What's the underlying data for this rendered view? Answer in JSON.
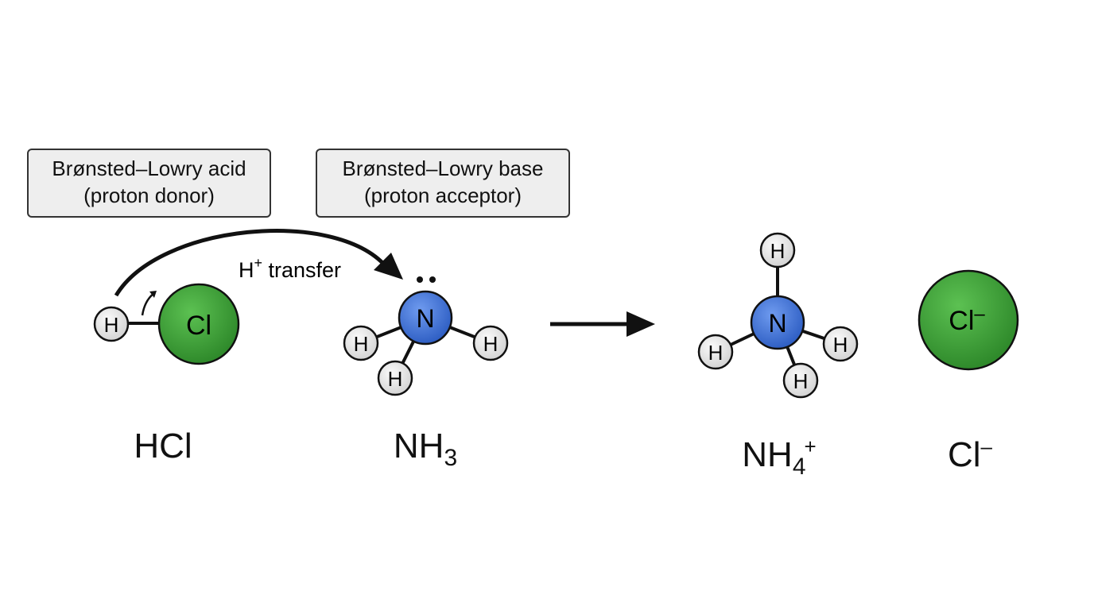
{
  "colors": {
    "chlorine": "#3a9a34",
    "nitrogen": "#3f73d6",
    "hydrogen": "#e6e6e6",
    "ink": "#111111"
  },
  "labels": {
    "acid": {
      "line1": "Brønsted–Lowry acid",
      "line2": "(proton donor)"
    },
    "base": {
      "line1": "Brønsted–Lowry base",
      "line2": "(proton acceptor)"
    }
  },
  "arrow_label": {
    "main": "H",
    "charge": "+",
    "rest": " transfer"
  },
  "atoms": {
    "hydrogen": "H",
    "chlorine": "Cl",
    "nitrogen": "N",
    "chloride": "Cl",
    "chloride_charge": "–"
  },
  "formulas": {
    "hcl": "HCl",
    "nh3": {
      "base": "NH",
      "sub": "3"
    },
    "nh4": {
      "base": "NH",
      "sub": "4",
      "sup": "+"
    },
    "cl": {
      "base": "Cl",
      "sup": "–"
    }
  }
}
